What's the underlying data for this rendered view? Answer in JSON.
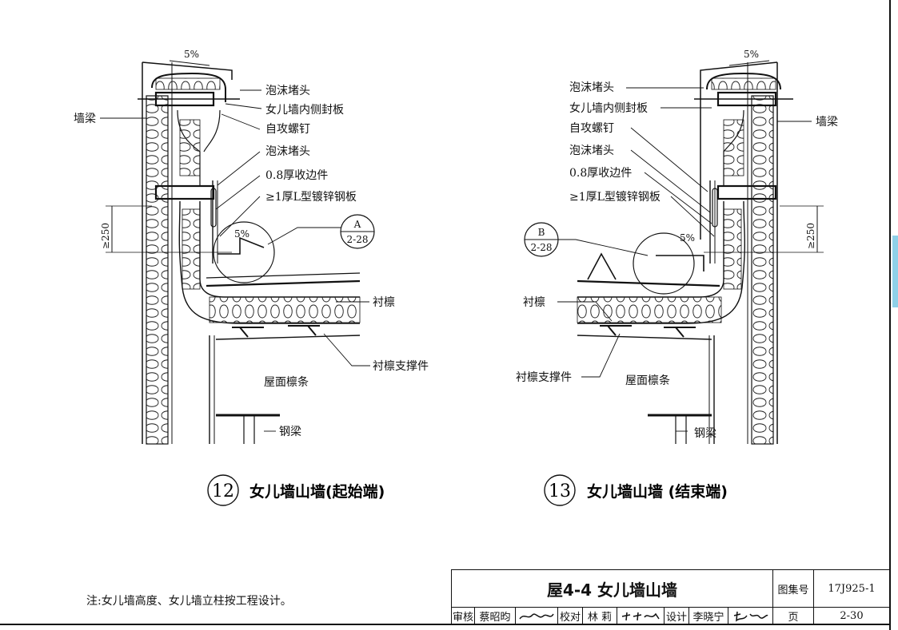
{
  "labels": {
    "wall_beam": "墙梁",
    "foam_plug": "泡沫堵头",
    "inner_cover": "女儿墙内侧封板",
    "screw": "自攻螺钉",
    "edge_trim": "0.8厚收边件",
    "l_plate": "≥1厚L型镀锌钢板",
    "sub_purlin": "衬檩",
    "sub_purlin_support": "衬檩支撑件",
    "roof_purlin": "屋面檩条",
    "steel_beam": "钢梁",
    "slope": "5%",
    "dim_250": "≥250"
  },
  "callouts": {
    "a_letter": "A",
    "a_page": "2-28",
    "b_letter": "B",
    "b_page": "2-28"
  },
  "details": [
    {
      "number": "12",
      "title": "女儿墙山墙(起始端)"
    },
    {
      "number": "13",
      "title": "女儿墙山墙 (结束端)"
    }
  ],
  "note": "注:女儿墙高度、女儿墙立柱按工程设计。",
  "title_block": {
    "title": "屋4-4  女儿墙山墙",
    "atlas_label": "图集号",
    "atlas_no": "17J925-1",
    "review_label": "审核",
    "reviewer": "蔡昭昀",
    "check_label": "校对",
    "checker": "林 莉",
    "design_label": "设计",
    "designer": "李晓宁",
    "page_label": "页",
    "page_no": "2-30"
  },
  "colors": {
    "line": "#111111",
    "accent_tab": "#8fd0e8"
  }
}
